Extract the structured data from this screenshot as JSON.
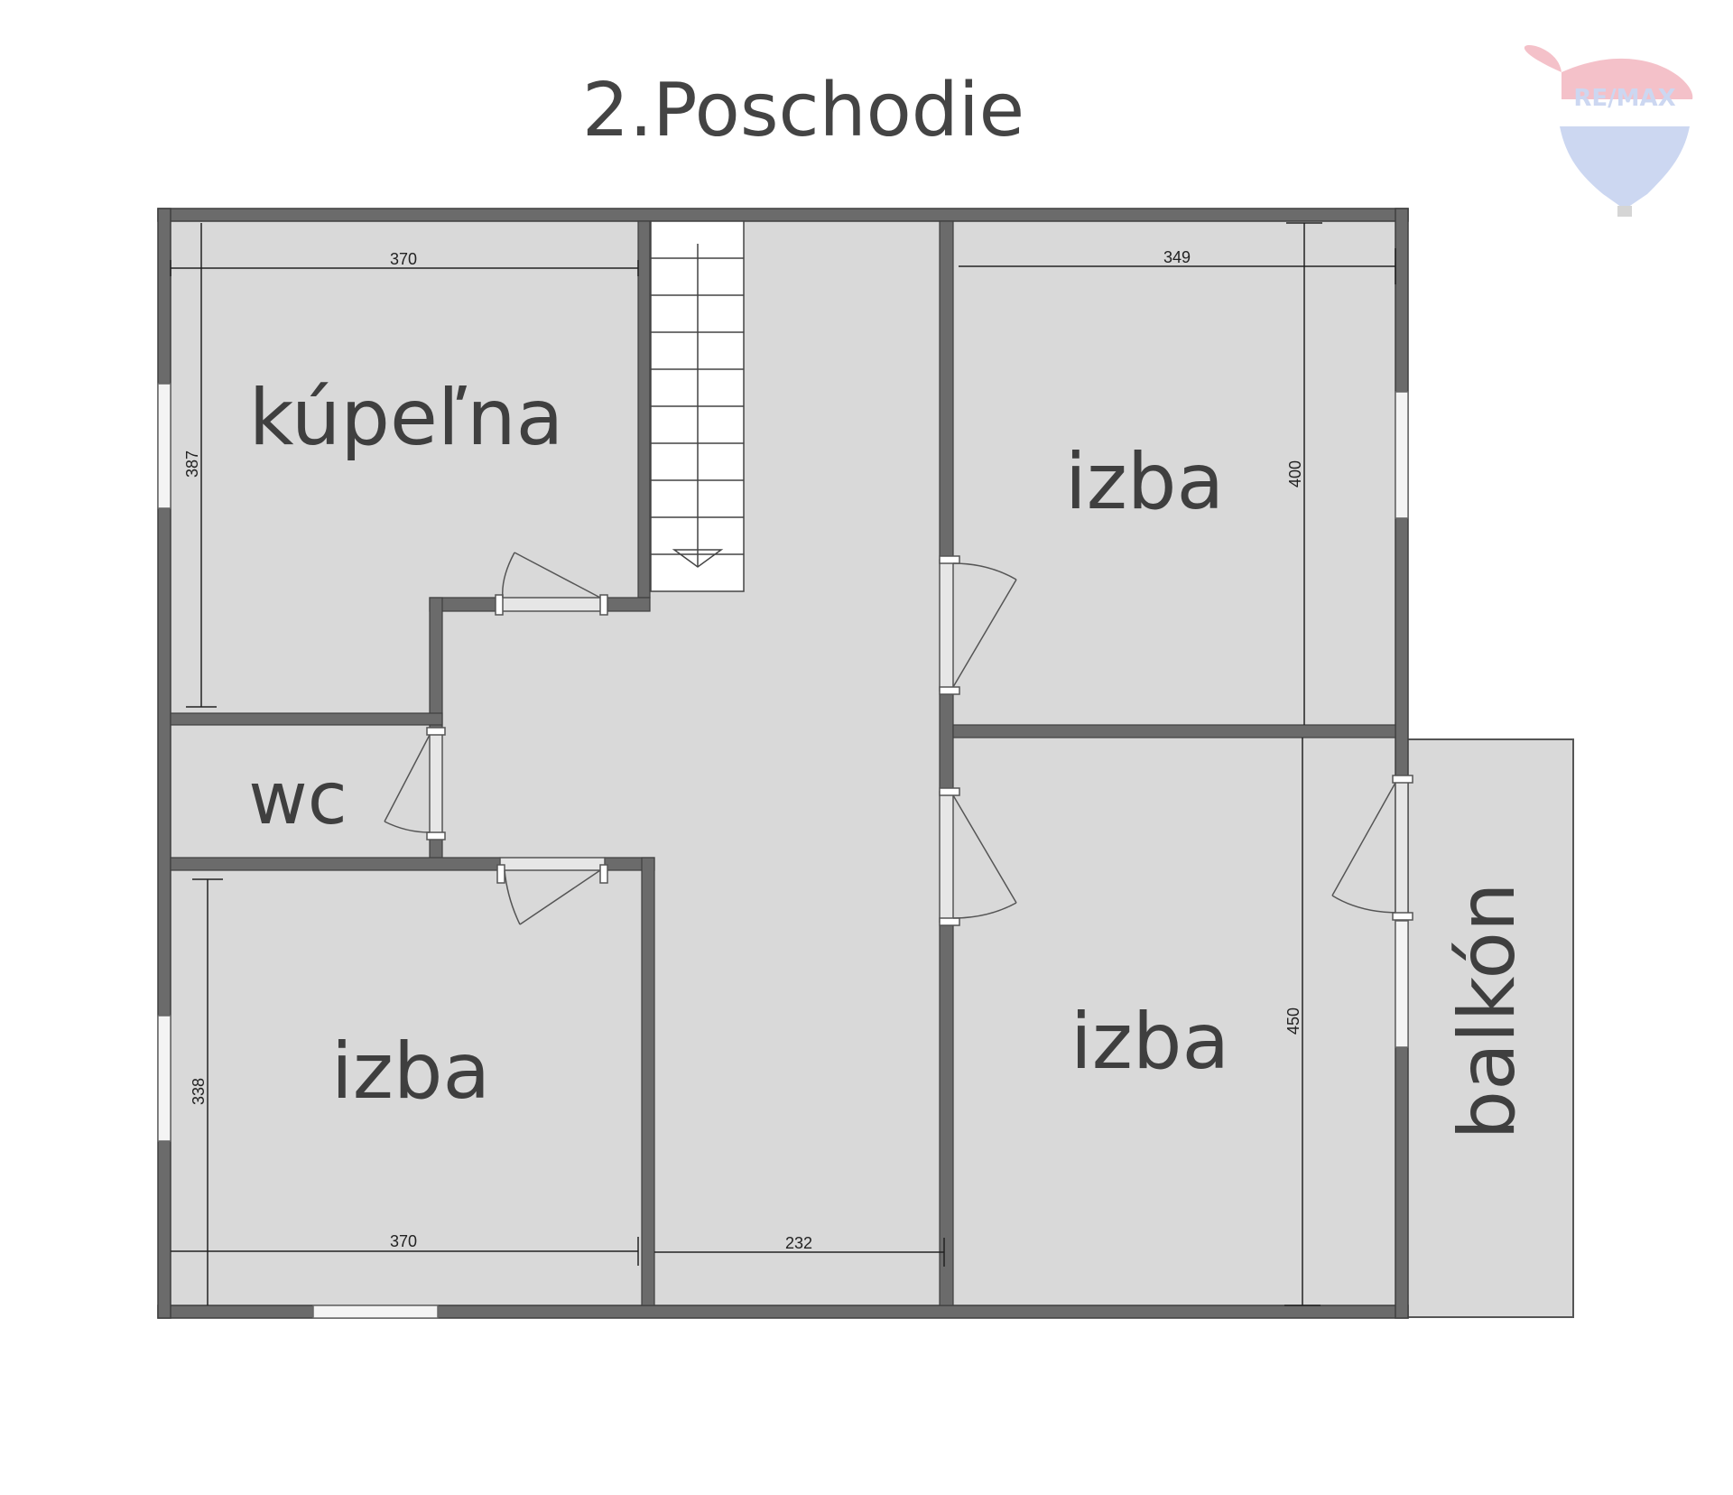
{
  "title": "2.Poschodie",
  "logo": {
    "text": "RE/MAX",
    "icon": "balloon-icon"
  },
  "rooms": {
    "bathroom": "kúpeľna",
    "wc": "wc",
    "room_lower_left": "izba",
    "room_upper_right": "izba",
    "room_lower_right": "izba",
    "balcony": "balkón"
  },
  "dimensions": {
    "bathroom_width": "370",
    "bathroom_height": "387",
    "room_upper_right_width": "349",
    "room_upper_right_height": "400",
    "room_lower_right_height": "450",
    "room_lower_left_width": "370",
    "room_lower_left_height": "338",
    "hall_width": "232"
  },
  "colors": {
    "wall": "#6b6b6b",
    "floor": "#d9d9d9",
    "text": "#3f3f3f",
    "logo_red": "#e7a3ad",
    "logo_blue": "#b9c7e6"
  }
}
